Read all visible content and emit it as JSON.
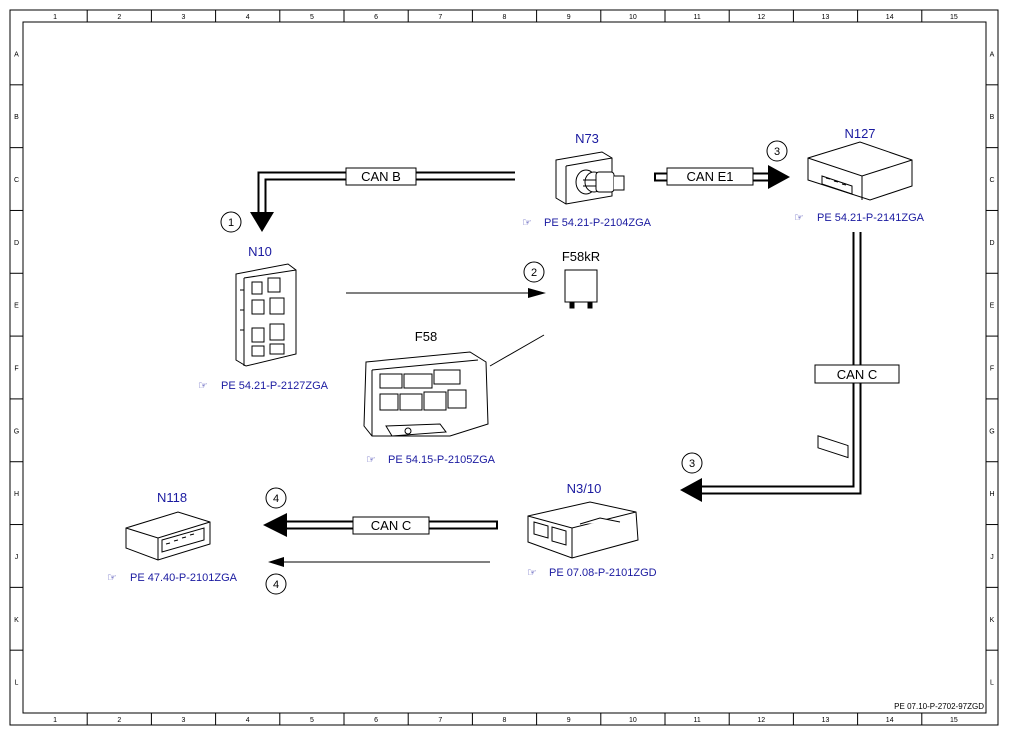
{
  "frame": {
    "columns": [
      "1",
      "2",
      "3",
      "4",
      "5",
      "6",
      "7",
      "8",
      "9",
      "10",
      "11",
      "12",
      "13",
      "14",
      "15"
    ],
    "rows": [
      "A",
      "B",
      "C",
      "D",
      "E",
      "F",
      "G",
      "H",
      "J",
      "K",
      "L"
    ],
    "doc_id": "PE 07.10-P-2702-97ZGD"
  },
  "components": {
    "n73": {
      "label": "N73",
      "ref": "PE 54.21-P-2104ZGA"
    },
    "n127": {
      "label": "N127",
      "ref": "PE 54.21-P-2141ZGA"
    },
    "n10": {
      "label": "N10",
      "ref": "PE 54.21-P-2127ZGA"
    },
    "f58kr": {
      "label": "F58kR"
    },
    "f58": {
      "label": "F58",
      "ref": "PE 54.15-P-2105ZGA"
    },
    "n3_10": {
      "label": "N3/10",
      "ref": "PE 07.08-P-2101ZGD"
    },
    "n118": {
      "label": "N118",
      "ref": "PE 47.40-P-2101ZGA"
    }
  },
  "buses": {
    "can_b": "CAN B",
    "can_e1": "CAN E1",
    "can_c_right": "CAN C",
    "can_c_bottom": "CAN C"
  },
  "markers": {
    "m1": "1",
    "m2": "2",
    "m3a": "3",
    "m3b": "3",
    "m4a": "4",
    "m4b": "4"
  },
  "colors": {
    "label_blue": "#1a1aa0",
    "line": "#000000"
  }
}
